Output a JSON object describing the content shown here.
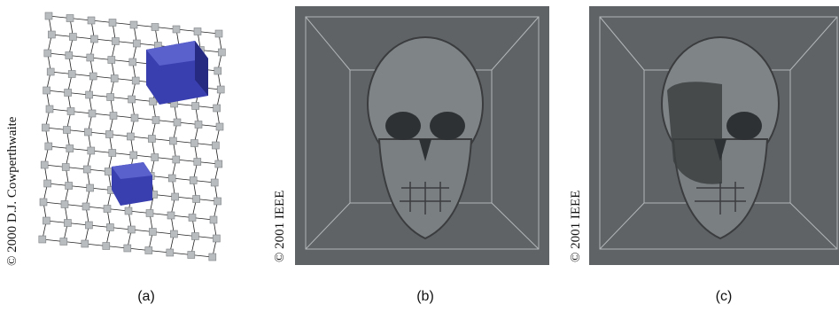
{
  "figure": {
    "panels": [
      {
        "id": "a",
        "caption": "(a)",
        "credit": "© 2000 D.J. Cowperthwaite"
      },
      {
        "id": "b",
        "caption": "(b)",
        "credit": "© 2001 IEEE"
      },
      {
        "id": "c",
        "caption": "(c)",
        "credit": "© 2001 IEEE"
      }
    ]
  },
  "colors": {
    "panel_gray": "#5f6366",
    "frame_line": "#c8cbcc",
    "cube_blue": "#3a3fb0",
    "node_gray": "#b9bcbe",
    "skull_tone": "#8e9396"
  }
}
